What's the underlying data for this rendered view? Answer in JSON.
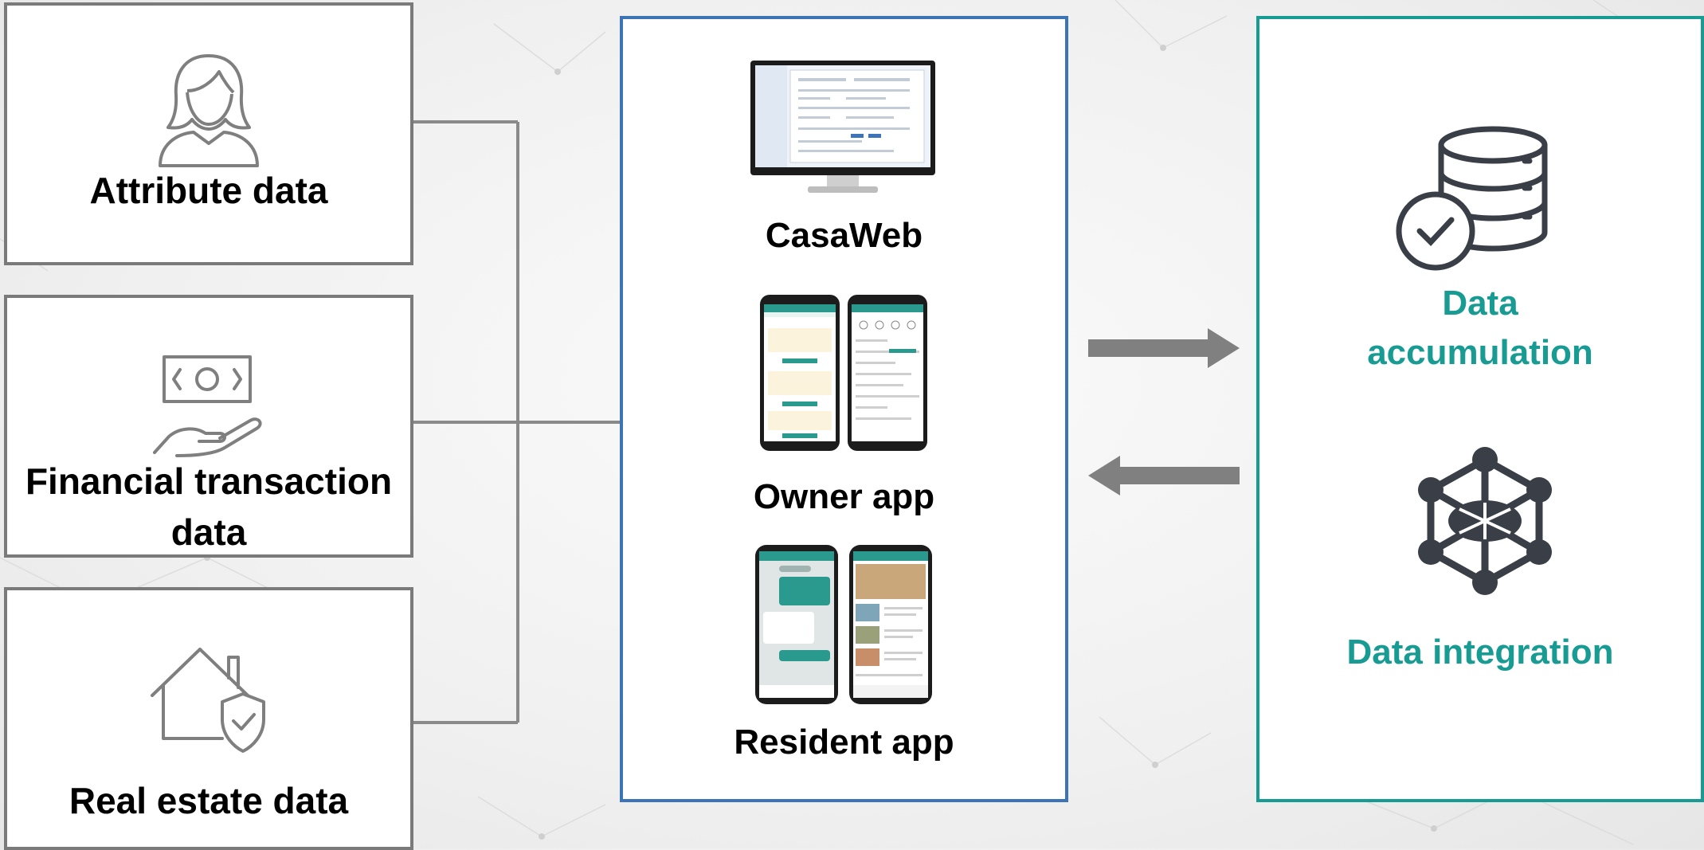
{
  "sources": {
    "attribute": {
      "label": "Attribute data",
      "icon": "person-icon"
    },
    "financial": {
      "label": "Financial transaction data",
      "icon": "money-hand-icon"
    },
    "real_estate": {
      "label": "Real estate data",
      "icon": "house-shield-icon"
    }
  },
  "apps": {
    "casaweb": {
      "label": "CasaWeb",
      "icon": "monitor-screenshot"
    },
    "owner": {
      "label": "Owner app",
      "icon": "phones-screenshot"
    },
    "resident": {
      "label": "Resident app",
      "icon": "phones-screenshot"
    }
  },
  "data_panel": {
    "accumulation": {
      "label_line1": "Data",
      "label_line2": "accumulation",
      "icon": "database-check-icon"
    },
    "integration": {
      "label": "Data integration",
      "icon": "network-hexagon-icon"
    }
  },
  "colors": {
    "source_border": "#7a7a7a",
    "apps_border": "#3d74b8",
    "data_border": "#179b93",
    "data_text": "#179b93",
    "arrow": "#808080"
  }
}
